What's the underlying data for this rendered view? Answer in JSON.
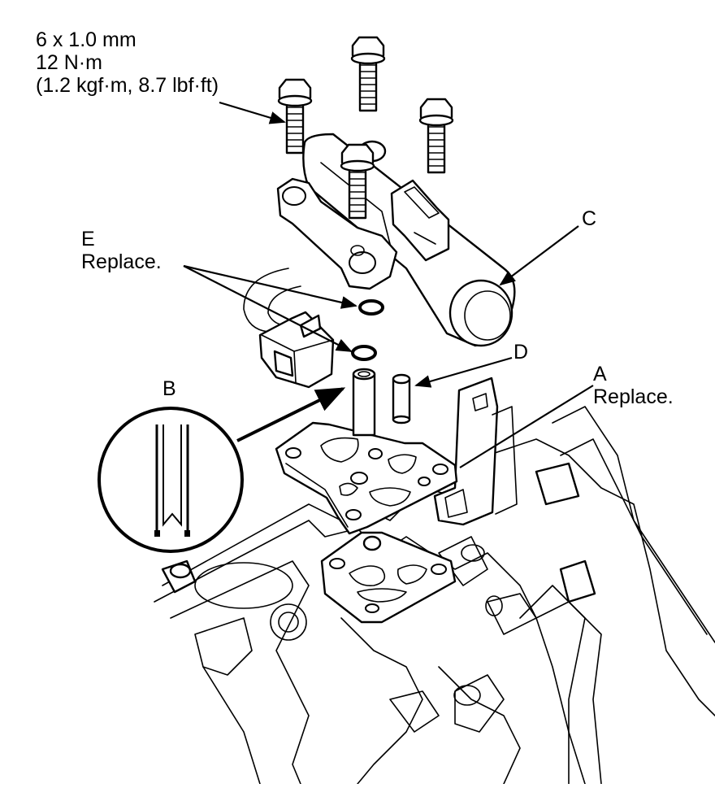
{
  "torque_spec": {
    "size": "6 x 1.0 mm",
    "torque": "12 N·m",
    "alt_units": "(1.2 kgf·m, 8.7 lbf·ft)"
  },
  "callouts": {
    "a": {
      "letter": "A",
      "note": "Replace."
    },
    "b": {
      "letter": "B"
    },
    "c": {
      "letter": "C"
    },
    "d": {
      "letter": "D"
    },
    "e": {
      "letter": "E",
      "note": "Replace."
    }
  },
  "colors": {
    "ink": "#000000",
    "paper": "#ffffff"
  }
}
